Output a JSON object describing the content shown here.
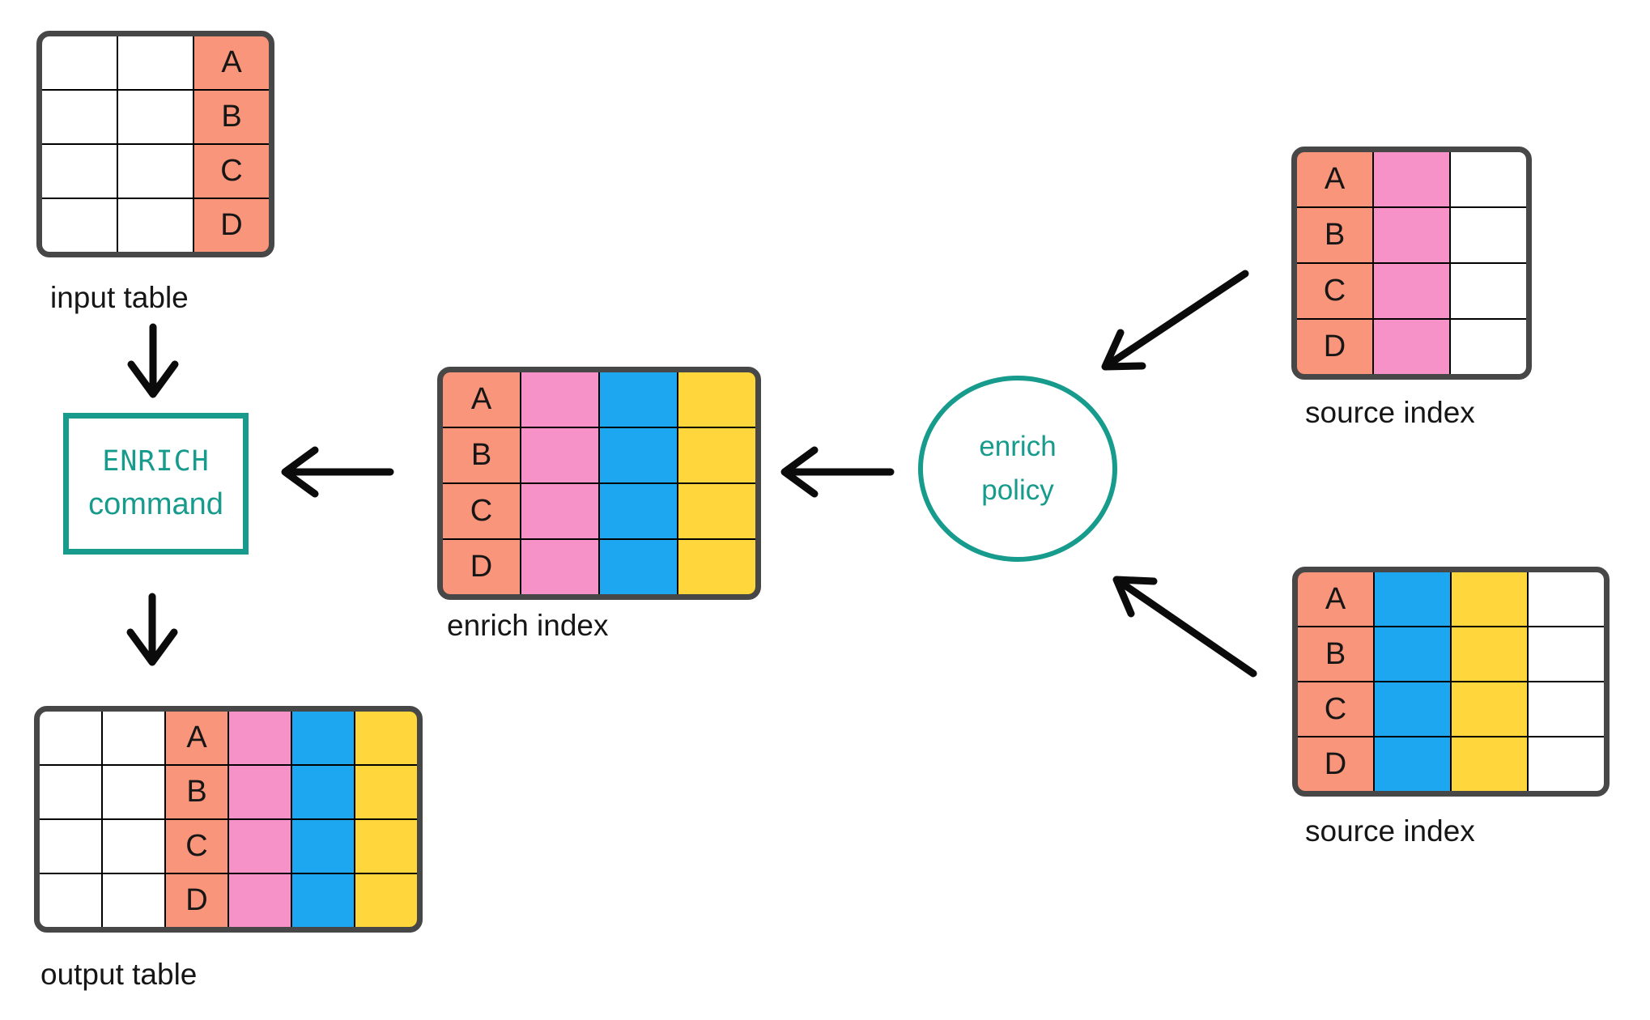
{
  "colors": {
    "salmon": "#F9957A",
    "pink": "#F792C9",
    "blue": "#1DA7F0",
    "yellow": "#FFD63B",
    "teal": "#169B8C",
    "table_border": "#474747",
    "arrow": "#0B0B0B",
    "text": "#161616"
  },
  "nodes": {
    "input_table": {
      "label": "input table",
      "columns": [
        "empty",
        "empty",
        "key-salmon"
      ],
      "key_values": [
        "A",
        "B",
        "C",
        "D"
      ]
    },
    "enrich_command": {
      "line1": "ENRICH",
      "line2": "command"
    },
    "output_table": {
      "label": "output table",
      "columns": [
        "empty",
        "empty",
        "key-salmon",
        "pink",
        "blue",
        "yellow"
      ],
      "key_values": [
        "A",
        "B",
        "C",
        "D"
      ]
    },
    "enrich_index": {
      "label": "enrich index",
      "columns": [
        "key-salmon",
        "pink",
        "blue",
        "yellow"
      ],
      "key_values": [
        "A",
        "B",
        "C",
        "D"
      ]
    },
    "enrich_policy": {
      "line1": "enrich",
      "line2": "policy"
    },
    "source_index_top": {
      "label": "source index",
      "columns": [
        "key-salmon",
        "pink",
        "empty"
      ],
      "key_values": [
        "A",
        "B",
        "C",
        "D"
      ]
    },
    "source_index_bottom": {
      "label": "source index",
      "columns": [
        "key-salmon",
        "blue",
        "yellow",
        "empty"
      ],
      "key_values": [
        "A",
        "B",
        "C",
        "D"
      ]
    }
  },
  "flows": [
    "input table -> ENRICH command",
    "enrich index -> ENRICH command",
    "enrich policy -> enrich index",
    "source index (top) -> enrich policy",
    "source index (bottom) -> enrich policy",
    "ENRICH command -> output table"
  ]
}
